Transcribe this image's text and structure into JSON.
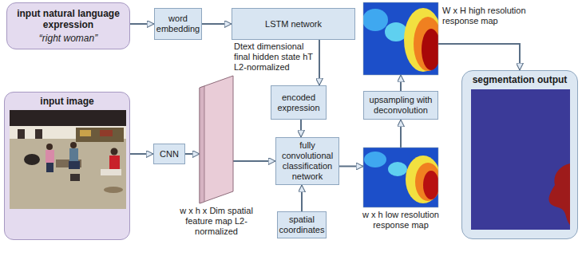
{
  "diagram": {
    "nodes": [
      {
        "text": [
          "input natural language expression",
          "“right woman”"
        ]
      },
      {
        "text": [
          "word embedding"
        ]
      },
      {
        "text": [
          "LSTM network"
        ]
      },
      {
        "text": [
          "encoded expression"
        ]
      },
      {
        "text": [
          "input image"
        ]
      },
      {
        "text": [
          "CNN"
        ]
      },
      {
        "text": [
          "w x h x Dim spatial feature map L2-normalized"
        ]
      },
      {
        "text": [
          "fully convolutional classification network"
        ]
      },
      {
        "text": [
          "spatial coordinates"
        ]
      },
      {
        "text": [
          "w x h low resolution response map"
        ]
      },
      {
        "text": [
          "upsampling with deconvolution"
        ]
      },
      {
        "text": [
          "W x H high resolution response map"
        ]
      },
      {
        "text": [
          "segmentation output"
        ]
      }
    ],
    "edges": [
      {
        "from": 0,
        "to": 1,
        "arrow": "to"
      },
      {
        "from": 1,
        "to": 2,
        "arrow": "to"
      },
      {
        "from": 2,
        "to": 3,
        "arrow": "to"
      },
      {
        "from": 3,
        "to": 7,
        "arrow": "to"
      },
      {
        "from": 4,
        "to": 5,
        "arrow": "to"
      },
      {
        "from": 5,
        "to": 6,
        "arrow": "to"
      },
      {
        "from": 6,
        "to": 7,
        "arrow": "to"
      },
      {
        "from": 8,
        "to": 7,
        "arrow": "to"
      },
      {
        "from": 7,
        "to": 9,
        "arrow": "to"
      },
      {
        "from": 9,
        "to": 10,
        "arrow": "to"
      },
      {
        "from": 10,
        "to": 11,
        "arrow": "to"
      },
      {
        "from": 11,
        "to": 12,
        "arrow": "to"
      }
    ],
    "labels": [
      "Dtext dimensional final hidden state hT L2-normalized"
    ]
  }
}
